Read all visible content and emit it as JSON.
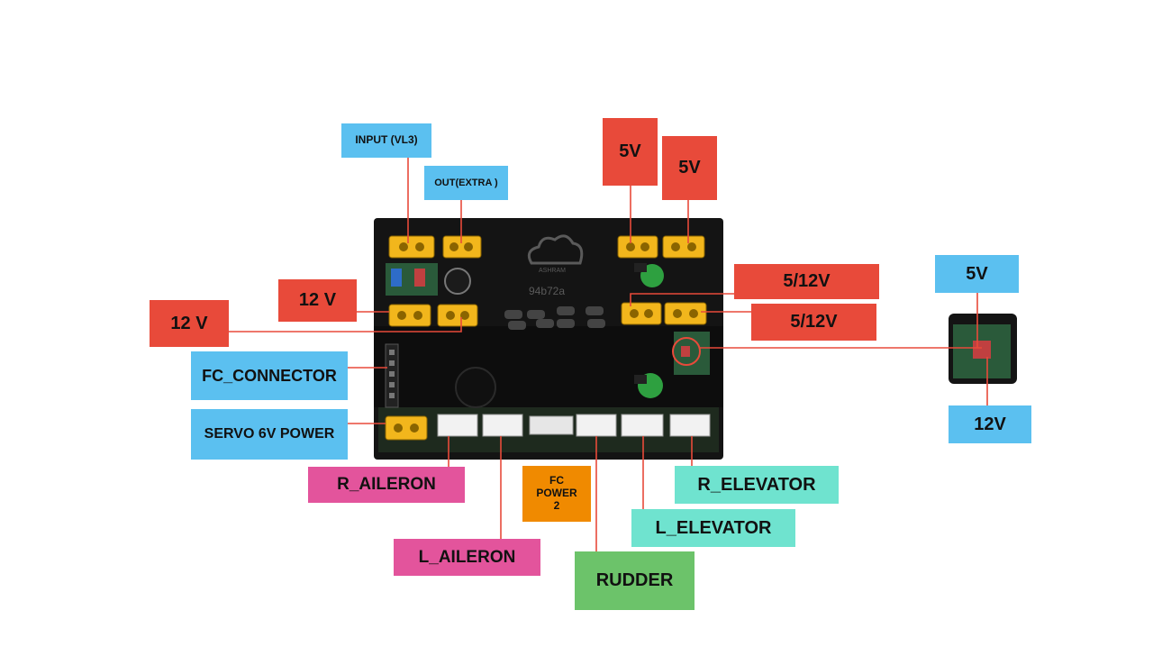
{
  "board": {
    "logo_text": "ASHRAM",
    "serial": "94b72a"
  },
  "labels": {
    "input_vl3": "INPUT (VL3)",
    "out_extra": "OUT(EXTRA )",
    "v12_upper": "12 V",
    "v12_lower": "12 V",
    "fc_connector": "FC_CONNECTOR",
    "servo_power": "SERVO 6V POWER",
    "r_aileron": "R_AILERON",
    "l_aileron": "L_AILERON",
    "fc_power_2": "FC POWER 2",
    "rudder": "RUDDER",
    "l_elevator": "L_ELEVATOR",
    "r_elevator": "R_ELEVATOR",
    "v5_left": "5V",
    "v5_right": "5V",
    "v512_upper": "5/12V",
    "v512_lower": "5/12V",
    "inset_5v": "5V",
    "inset_12v": "12V"
  },
  "colors": {
    "label_blue": "#5bc0f0",
    "label_red": "#e84a3a",
    "label_pink": "#e3549c",
    "label_orange": "#f08a00",
    "label_green": "#6cc36a",
    "label_teal": "#6fe3cf",
    "connector_yellow": "#f2b61c",
    "board_black": "#141414",
    "leader_line": "#e84a3a"
  }
}
